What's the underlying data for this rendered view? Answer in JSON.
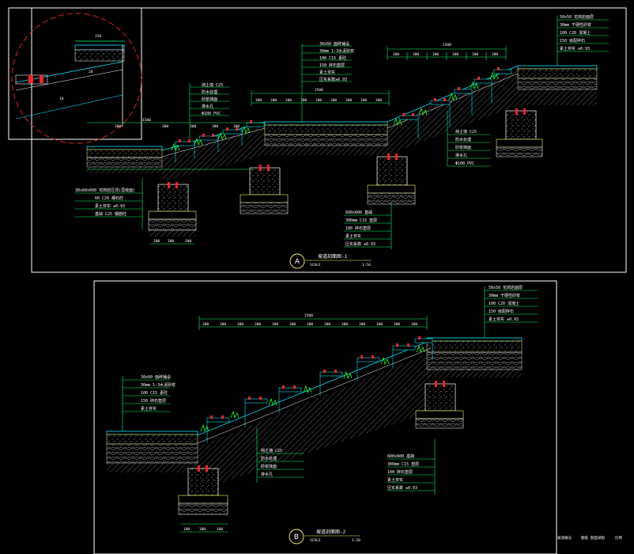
{
  "drawing": {
    "colors": {
      "background": "#000000",
      "frame": "#ffffff",
      "dimension": "#00ff66",
      "leader": "#00ff66",
      "paving": "#00e5ff",
      "layer": "#ffff66",
      "hatch": "#9a9a9a",
      "detail": "#ff2222",
      "plant": "#22ff22"
    },
    "section_a": {
      "tag": "A",
      "title": "坡道剖面图-1",
      "scale_left": "SCALE",
      "scale_right": "1:50",
      "top_dims": [
        "300",
        "300",
        "300",
        "300",
        "300",
        "300"
      ],
      "top_total": "1500",
      "mid_dims": [
        "300",
        "300",
        "300",
        "300",
        "300",
        "300",
        "300",
        "300",
        "300"
      ],
      "mid_total": "2500",
      "low_dims": [
        "300",
        "300",
        "300",
        "300",
        "300"
      ],
      "low_total": "1500",
      "callouts_top": [
        "30x60 面砖铺设",
        "30mm 1:3水泥砂浆",
        "100 C15 素砼",
        "150 碎石垫层",
        "素土夯实",
        "压实系数≥0.93"
      ],
      "callouts_right": [
        "50x50 花岗岩面层",
        "30mm 干硬性砂浆",
        "100 C20 混凝土",
        "150 级配碎石",
        "素土夯实 ≥0.93"
      ],
      "callouts_mid": [
        "挡土墙 C25",
        "防水处理",
        "砂浆抹面",
        "排水孔",
        "Φ100 PVC"
      ],
      "callouts_left": [
        "30x60x600 花岗岩压顶(荔枝面)",
        "60 C20 细石砼",
        "素土夯实 ≥0.93",
        "基础 C25 钢筋砼"
      ],
      "callouts_bottom": [
        "600x600 基础",
        "300mm C15 垫层",
        "100 碎石垫层",
        "素土夯实",
        "压实系数 ≥0.93"
      ],
      "base_dims": [
        "100",
        "300",
        "100"
      ]
    },
    "section_b": {
      "tag": "B",
      "title": "坡道剖面图-2",
      "scale_left": "SCALE",
      "scale_right": "1:50",
      "top_dims": [
        "300",
        "300",
        "300",
        "300",
        "300",
        "300",
        "300",
        "300",
        "300",
        "300",
        "300",
        "300",
        "300"
      ],
      "top_total": "2500",
      "callouts_right": [
        "50x50 花岗岩面层",
        "30mm 干硬性砂浆",
        "100 C20 混凝土",
        "150 级配碎石",
        "素土夯实 ≥0.93"
      ],
      "callouts_left": [
        "30x60 面砖铺设",
        "30mm 1:3水泥砂浆",
        "100 C15 素砼",
        "150 碎石垫层",
        "素土夯实"
      ],
      "callouts_mid": [
        "挡土墙 C25",
        "防水处理",
        "砂浆抹面",
        "排水孔"
      ],
      "callouts_bottom": [
        "600x600 基础",
        "300mm C15 垫层",
        "100 碎石垫层",
        "素土夯实",
        "压实系数 ≥0.93"
      ],
      "base_dims": [
        "100",
        "300",
        "100"
      ],
      "footer_left": "坡道做法",
      "footer_mid": "图纸 剖面详图",
      "footer_right": "比例"
    },
    "detail": {
      "dim_label": "150",
      "note_a": "10",
      "note_b": "20"
    }
  }
}
